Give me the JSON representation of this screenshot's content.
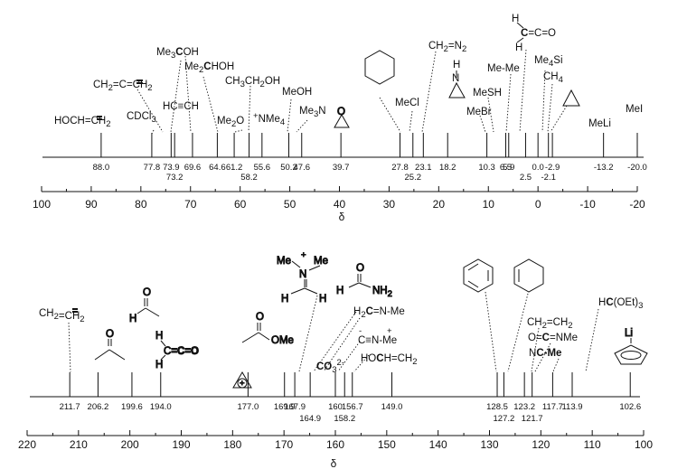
{
  "chart_data": [
    {
      "type": "stick-spectrum",
      "xlabel": "δ",
      "x_ticks": [
        "100",
        "90",
        "80",
        "70",
        "60",
        "50",
        "40",
        "30",
        "20",
        "10",
        "0",
        "-10",
        "-20"
      ],
      "xlim": [
        100,
        -20
      ],
      "peaks": [
        {
          "shift": 88.0,
          "shift_label": "88.0",
          "label": "HOCH=CH2"
        },
        {
          "shift": 77.8,
          "shift_label": "77.8",
          "label": "CDCl3"
        },
        {
          "shift": 73.9,
          "shift_label": "73.9",
          "label": "CH2=C=CH2"
        },
        {
          "shift": 73.2,
          "shift_label": "73.2",
          "label": "Me3COH"
        },
        {
          "shift": 69.6,
          "shift_label": "69.6",
          "label": "HC≡CH"
        },
        {
          "shift": 64.6,
          "shift_label": "64.6",
          "label": "Me2CHOH"
        },
        {
          "shift": 61.2,
          "shift_label": "61.2",
          "label": "Me2O"
        },
        {
          "shift": 58.2,
          "shift_label": "58.2",
          "label": "CH3CH2OH"
        },
        {
          "shift": 55.6,
          "shift_label": "55.6",
          "label": "+NMe4"
        },
        {
          "shift": 50.2,
          "shift_label": "50.2",
          "label": "MeOH"
        },
        {
          "shift": 47.6,
          "shift_label": "47.6",
          "label": "Me3N"
        },
        {
          "shift": 39.7,
          "shift_label": "39.7",
          "label": "oxirane"
        },
        {
          "shift": 27.8,
          "shift_label": "27.8",
          "label": "cyclohexane"
        },
        {
          "shift": 25.2,
          "shift_label": "25.2",
          "label": "MeCl"
        },
        {
          "shift": 23.1,
          "shift_label": "23.1",
          "label": "CH2=N2"
        },
        {
          "shift": 18.2,
          "shift_label": "18.2",
          "label": "aziridine"
        },
        {
          "shift": 10.3,
          "shift_label": "10.3",
          "label": "MeBr"
        },
        {
          "shift": 6.5,
          "shift_label": "6.5",
          "label": "MeSH"
        },
        {
          "shift": 5.9,
          "shift_label": "5.9",
          "label": "Me-Me"
        },
        {
          "shift": 2.5,
          "shift_label": "2.5",
          "label": "H2C=C=O"
        },
        {
          "shift": 0.0,
          "shift_label": "0.0",
          "label": "Me4Si"
        },
        {
          "shift": -2.1,
          "shift_label": "-2.1",
          "label": "CH4"
        },
        {
          "shift": -2.9,
          "shift_label": "-2.9",
          "label": "cyclopropane"
        },
        {
          "shift": -13.2,
          "shift_label": "-13.2",
          "label": "MeLi"
        },
        {
          "shift": -20.0,
          "shift_label": "-20.0",
          "label": "MeI"
        }
      ]
    },
    {
      "type": "stick-spectrum",
      "xlabel": "δ",
      "x_ticks": [
        "220",
        "210",
        "200",
        "190",
        "180",
        "170",
        "160",
        "150",
        "140",
        "130",
        "120",
        "110",
        "100"
      ],
      "xlim": [
        220,
        100
      ],
      "peaks": [
        {
          "shift": 211.7,
          "shift_label": "211.7",
          "label": "CH2=C=CH2"
        },
        {
          "shift": 206.2,
          "shift_label": "206.2",
          "label": "acetone"
        },
        {
          "shift": 199.6,
          "shift_label": "199.6",
          "label": "acetaldehyde"
        },
        {
          "shift": 194.0,
          "shift_label": "194.0",
          "label": "H2C=C=O"
        },
        {
          "shift": 177.0,
          "shift_label": "177.0",
          "label": "cyclopropenyl cation"
        },
        {
          "shift": 169.9,
          "shift_label": "169.9",
          "label": "methyl acetate"
        },
        {
          "shift": 167.9,
          "shift_label": "167.9",
          "label": "H2C=N+Me2"
        },
        {
          "shift": 164.9,
          "shift_label": "164.9",
          "label": "formamide"
        },
        {
          "shift": 160,
          "shift_label": "160",
          "label": "CO3 2-"
        },
        {
          "shift": 158.2,
          "shift_label": "158.2",
          "label": "H2C=N-Me"
        },
        {
          "shift": 156.7,
          "shift_label": "156.7",
          "label": "C≡N+-Me"
        },
        {
          "shift": 149.0,
          "shift_label": "149.0",
          "label": "HOCH=CH2"
        },
        {
          "shift": 128.5,
          "shift_label": "128.5",
          "label": "benzene"
        },
        {
          "shift": 127.2,
          "shift_label": "127.2",
          "label": "cyclohexene"
        },
        {
          "shift": 123.2,
          "shift_label": "123.2",
          "label": "CH2=CH2"
        },
        {
          "shift": 121.7,
          "shift_label": "121.7",
          "label": "O=C=NMe"
        },
        {
          "shift": 117.7,
          "shift_label": "117.7",
          "label": "NC-Me"
        },
        {
          "shift": 113.9,
          "shift_label": "113.9",
          "label": "HC(OEt)3"
        },
        {
          "shift": 102.6,
          "shift_label": "102.6",
          "label": "lithium cyclopentadienide"
        }
      ]
    }
  ],
  "labels": {
    "t_hoch": "HOCH=CH",
    "t_2": "2",
    "t_3": "3",
    "t_4": "4",
    "t_ch2a": "CH",
    "t_ch2b": "=C=CH",
    "t_cdcl": "CDCl",
    "t_me": "Me",
    "t_c": "C",
    "t_oh": "OH",
    "t_ch": "CH",
    "t_hoh": "HOH",
    "t_hcch": "HC≡CH",
    "t_o": "O",
    "t_ch3ch": "CH",
    "t_ch2oh": "CH",
    "t_nme": "NMe",
    "t_plus": "+",
    "t_meoh": "MeOH",
    "t_men": "N",
    "t_mecl": "MeCl",
    "t_n2": "=N",
    "t_h": "H",
    "t_n": "N",
    "t_mesh": "MeSH",
    "t_mebr": "MeBr",
    "t_meme": "Me-Me",
    "t_c2": "C",
    "t_eqceqo": "=C=O",
    "t_si": "Si",
    "t_meli": "MeLi",
    "t_mei": "MeI",
    "t_ome": "OMe",
    "t_nh": "NH",
    "t_co": "CO",
    "t_minus": "-",
    "t_eqn": "=N-Me",
    "t_h2c": "H",
    "t_cn": "C≡N-Me",
    "t_hoch2": "HO",
    "t_eqch2": "=CH",
    "t_ch2ch": "CH",
    "t_eqch": "=CH",
    "t_oeqc": "O=",
    "t_eqnme": "=NMe",
    "t_ncme": "N",
    "t_cme": "C-Me",
    "t_hc": "H",
    "t_oet": "(OEt)",
    "t_li": "Li",
    "t_caps": "C",
    "t_cap": "C",
    "t_h2": "H",
    "t_mea": "Me",
    "t_meb": "Me",
    "t_s": "C"
  }
}
